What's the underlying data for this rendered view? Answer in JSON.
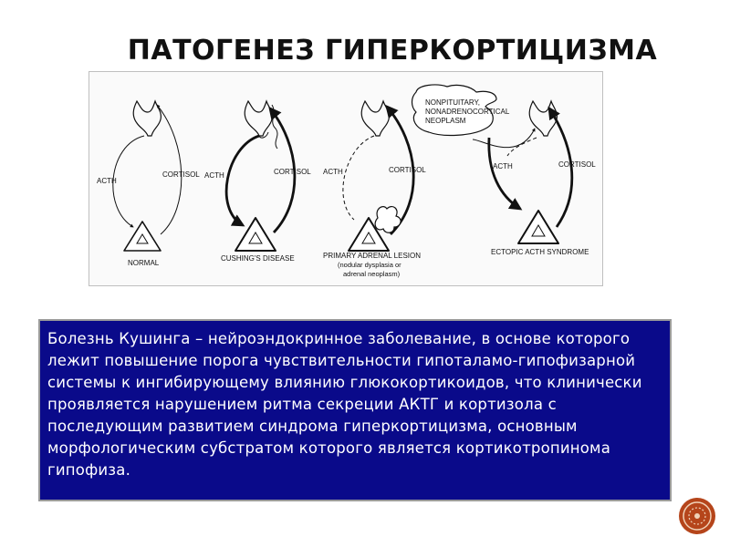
{
  "slide": {
    "title": "ПАТОГЕНЕЗ ГИПЕРКОРТИЦИЗМА"
  },
  "figure": {
    "panels": [
      {
        "caption": "NORMAL",
        "left_label": "ACTH",
        "right_label": "CORTISOL"
      },
      {
        "caption": "CUSHING'S DISEASE",
        "left_label": "ACTH",
        "right_label": "CORTISOL"
      },
      {
        "caption": "PRIMARY ADRENAL LESION",
        "subcaption_1": "(nodular dysplasia or",
        "subcaption_2": "adrenal neoplasm)",
        "left_label": "ACTH",
        "right_label": "CORTISOL"
      },
      {
        "caption": "ECTOPIC ACTH SYNDROME",
        "left_label": "ACTH",
        "right_label": "CORTISOL"
      }
    ],
    "neoplasm_label_1": "NONPITUITARY,",
    "neoplasm_label_2": "NONADRENOCORTICAL",
    "neoplasm_label_3": "NEOPLASM"
  },
  "description": {
    "text": "Болезнь Кушинга – нейроэндокринное заболевание, в основе которого лежит повышение порога чувствительности гипоталамо-гипофизарной системы к ингибирующему влиянию глюкокортикоидов, что клинически проявляется нарушением ритма секреции АКТГ и кортизола с последующим развитием синдрома гиперкортицизма, основным морфологическим субстратом которого является кортикотропинома гипофиза."
  },
  "logo": {
    "icon": "decorative-emblem-icon",
    "color": "#b5451b"
  }
}
